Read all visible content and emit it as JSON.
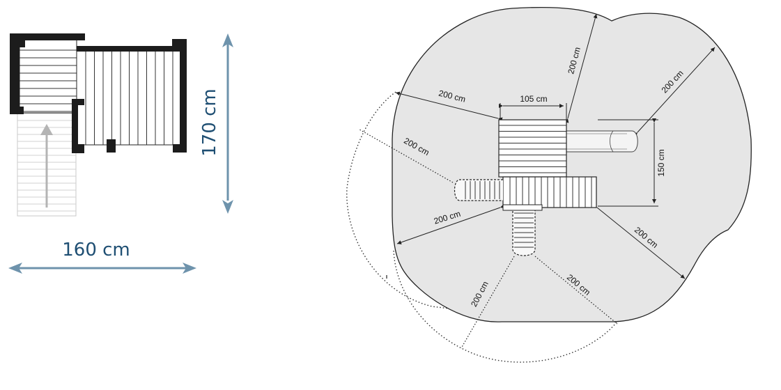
{
  "colors": {
    "accent": "#6e93ac",
    "label": "#1f4f73",
    "zone_fill": "#e6e6e6",
    "line": "#222222",
    "wall": "#1c1c1c"
  },
  "footprint": {
    "width_label": "160 cm",
    "height_label": "170 cm"
  },
  "plan": {
    "labels": {
      "top_width": "105 cm",
      "side_height": "150 cm",
      "r_top_left": "200 cm",
      "r_top_mid": "200 cm",
      "r_top_right": "200 cm",
      "r_left_upper": "200 cm",
      "r_left_lower": "200 cm",
      "r_bottom_left": "200 cm",
      "r_bottom_mid": "200 cm",
      "r_right_lower": "200 cm"
    }
  }
}
